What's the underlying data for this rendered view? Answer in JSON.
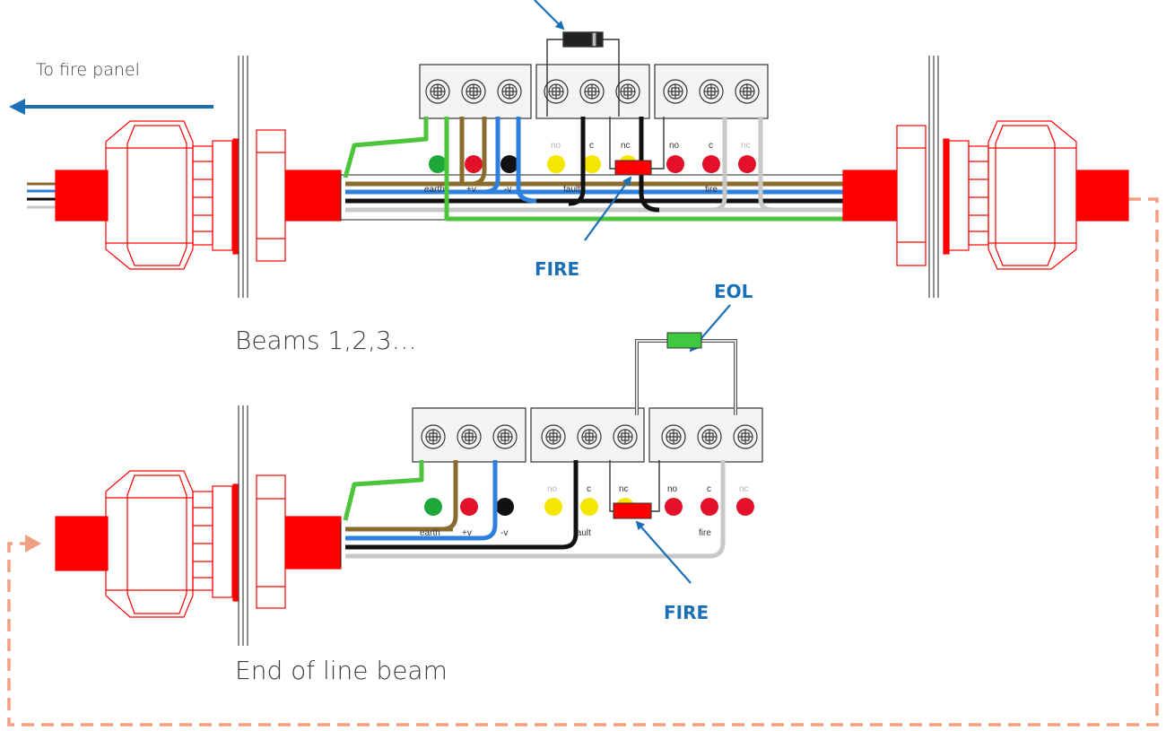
{
  "labels": {
    "to_fire_panel": "To fire panel",
    "beams_group": "Beams 1,2,3…",
    "end_of_line_beam": "End of line beam",
    "fire_top": "FIRE",
    "fire_bottom": "FIRE",
    "eol": "EOL"
  },
  "terminal_labels": {
    "earth": "earth",
    "plus_v": "+v",
    "minus_v": "-v",
    "fault": "fault",
    "fire": "fire",
    "no": "no",
    "c": "c",
    "nc": "nc"
  },
  "colors": {
    "panel_arrow": "#1a6fb5",
    "callout": "#1a6fb5",
    "loop_dashed": "#f0a080",
    "gland": "#ff0000",
    "wire_brown": "#8b6a2e",
    "wire_blue": "#2d7fe0",
    "wire_green": "#4cc43c",
    "wire_black": "#111111",
    "wire_grey": "#c8c8c8",
    "led_green": "#1fa83a",
    "led_red": "#e3122a",
    "led_yellow": "#f5e600",
    "resistor_fire": "#ff0000",
    "resistor_eol": "#3ec93e"
  }
}
